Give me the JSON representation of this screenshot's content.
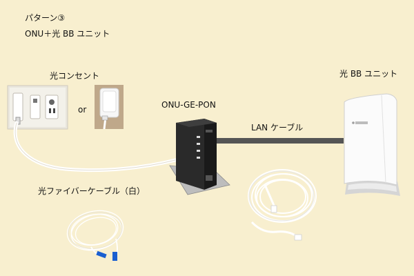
{
  "header": {
    "title": "パターン③",
    "subtitle": "ONU＋光 BB ユニット"
  },
  "labels": {
    "outlet": "光コンセント",
    "or": "or",
    "onu": "ONU-GE-PON",
    "lan": "LAN ケーブル",
    "bb_unit": "光 BB ユニット",
    "fiber": "光ファイバーケーブル（白）"
  },
  "colors": {
    "background": "#f8efcf",
    "lan_cable": "#555555",
    "fiber_cable": "#ffffff",
    "fiber_connector": "#1a5fd0",
    "onu_body": "#2a2a2a"
  },
  "icons": [
    "wall-outlet-panel-icon",
    "optical-outlet-box-icon",
    "onu-device-icon",
    "bb-unit-icon",
    "lan-cable-coil-icon",
    "fiber-cable-coil-icon"
  ]
}
